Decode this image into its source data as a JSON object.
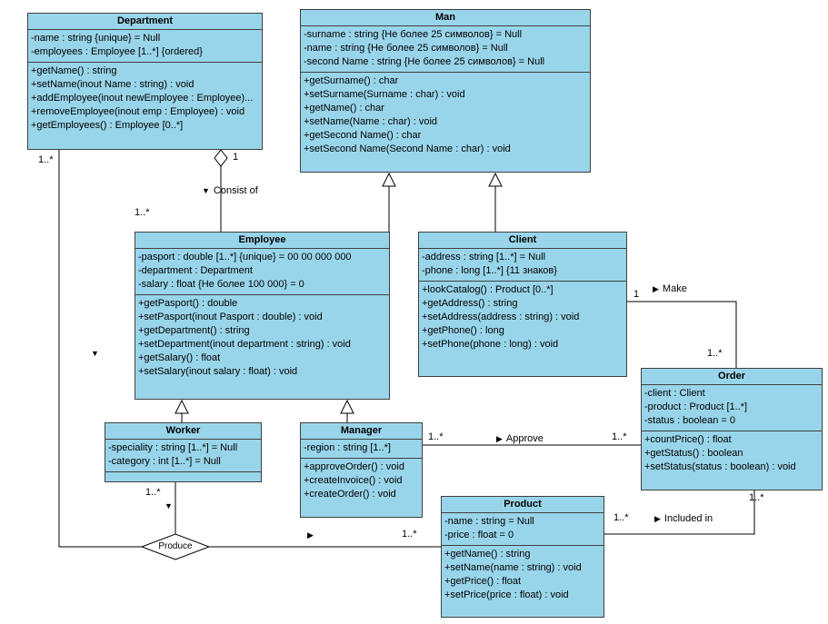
{
  "colors": {
    "class_fill": "#99D5EA",
    "class_border": "#3f3f3f",
    "connector": "#000000",
    "background": "#FFFFFF"
  },
  "classes": {
    "department": {
      "name": "Department",
      "attributes": [
        "-name : string {unique} = Null",
        "-employees : Employee [1..*] {ordered}"
      ],
      "methods": [
        "+getName() : string",
        "+setName(inout Name : string) : void",
        "+addEmployee(inout newEmployee : Employee)...",
        "+removeEmployee(inout emp : Employee) : void",
        "+getEmployees() : Employee [0..*]"
      ]
    },
    "man": {
      "name": "Man",
      "attributes": [
        "-surname : string {Не более 25 символов} = Null",
        "-name : string {Не более 25 символов} = Null",
        "-second Name : string {Не более 25 символов} = Null"
      ],
      "methods": [
        "+getSurname() : char",
        "+setSurname(Surname : char) : void",
        "+getName() : char",
        "+setName(Name : char) : void",
        "+getSecond Name() : char",
        "+setSecond Name(Second Name : char) : void"
      ]
    },
    "employee": {
      "name": "Employee",
      "attributes": [
        "-pasport : double [1..*] {unique} = 00 00 000 000",
        "-department : Department",
        "-salary : float {Не более 100 000} = 0"
      ],
      "methods": [
        "+getPasport() : double",
        "+setPasport(inout Pasport : double) : void",
        "+getDepartment() : string",
        "+setDepartment(inout department : string) : void",
        "+getSalary() : float",
        "+setSalary(inout salary : float) : void"
      ]
    },
    "client": {
      "name": "Client",
      "attributes": [
        "-address : string [1..*] = Null",
        "-phone : long [1..*] {11 знаков}"
      ],
      "methods": [
        "+lookCatalog() : Product [0..*]",
        "+getAddress() : string",
        "+setAddress(address : string) : void",
        "+getPhone() : long",
        "+setPhone(phone : long) : void"
      ]
    },
    "worker": {
      "name": "Worker",
      "attributes": [
        "-speciality : string [1..*] = Null",
        "-category : int [1..*] = Null"
      ],
      "methods": []
    },
    "manager": {
      "name": "Manager",
      "attributes": [
        "-region : string [1..*]"
      ],
      "methods": [
        "+approveOrder() : void",
        "+createInvoice() : void",
        "+createOrder() : void"
      ]
    },
    "order": {
      "name": "Order",
      "attributes": [
        "-client : Client",
        "-product : Product [1..*]",
        "-status : boolean = 0"
      ],
      "methods": [
        "+countPrice() : float",
        "+getStatus() : boolean",
        "+setStatus(status : boolean) : void"
      ]
    },
    "product": {
      "name": "Product",
      "attributes": [
        "-name : string = Null",
        "-price : float = 0"
      ],
      "methods": [
        "+getName() : string",
        "+setName(name : string) : void",
        "+getPrice() : float",
        "+setPrice(price : float) : void"
      ]
    }
  },
  "associations": {
    "consist_of": {
      "arrow": "▼",
      "label": "Consist of",
      "mult_whole": "1",
      "mult_part": "1..*"
    },
    "make": {
      "arrow": "▶",
      "label": "Make",
      "mult_client": "1",
      "mult_order": "1..*"
    },
    "approve": {
      "arrow": "▶",
      "label": "Approve",
      "mult_manager": "1..*",
      "mult_order": "1..*"
    },
    "included_in": {
      "arrow": "▶",
      "label": "Included in",
      "mult_product": "1..*",
      "mult_order": "1..*"
    },
    "produce": {
      "label": "Produce",
      "department_mult": "1..*",
      "department_arrow": "▼",
      "worker_mult": "1..*",
      "worker_arrow": "▼",
      "product_arrow": "▶",
      "product_mult": "1..*"
    }
  }
}
